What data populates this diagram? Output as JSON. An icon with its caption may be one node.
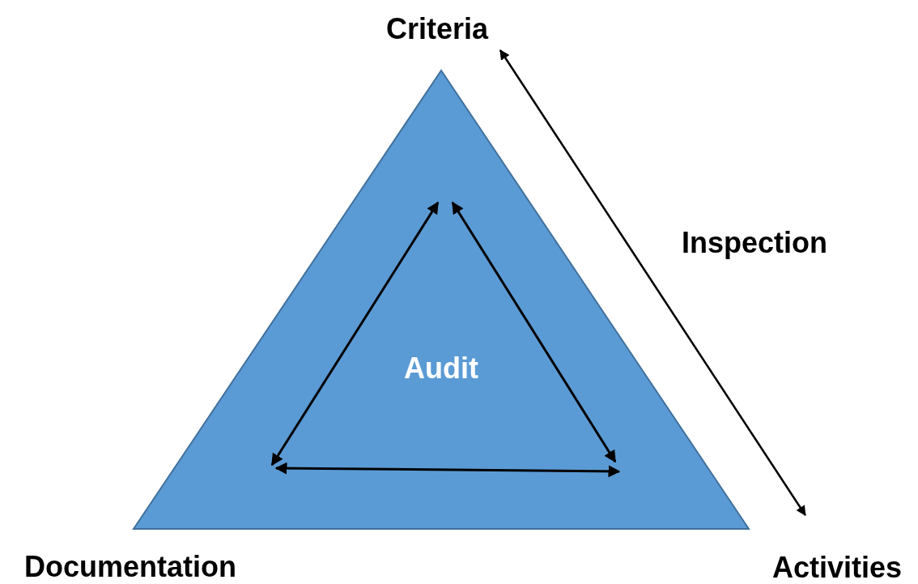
{
  "diagram": {
    "nodes": [
      {
        "text": [
          "Criteria"
        ]
      },
      {
        "text": [
          "Audit"
        ]
      },
      {
        "text": [
          "Documentation"
        ]
      },
      {
        "text": [
          "Activities"
        ]
      }
    ],
    "edges": [
      {
        "from": 0,
        "to": 3,
        "arrow": "both",
        "label": "Inspection"
      }
    ]
  }
}
